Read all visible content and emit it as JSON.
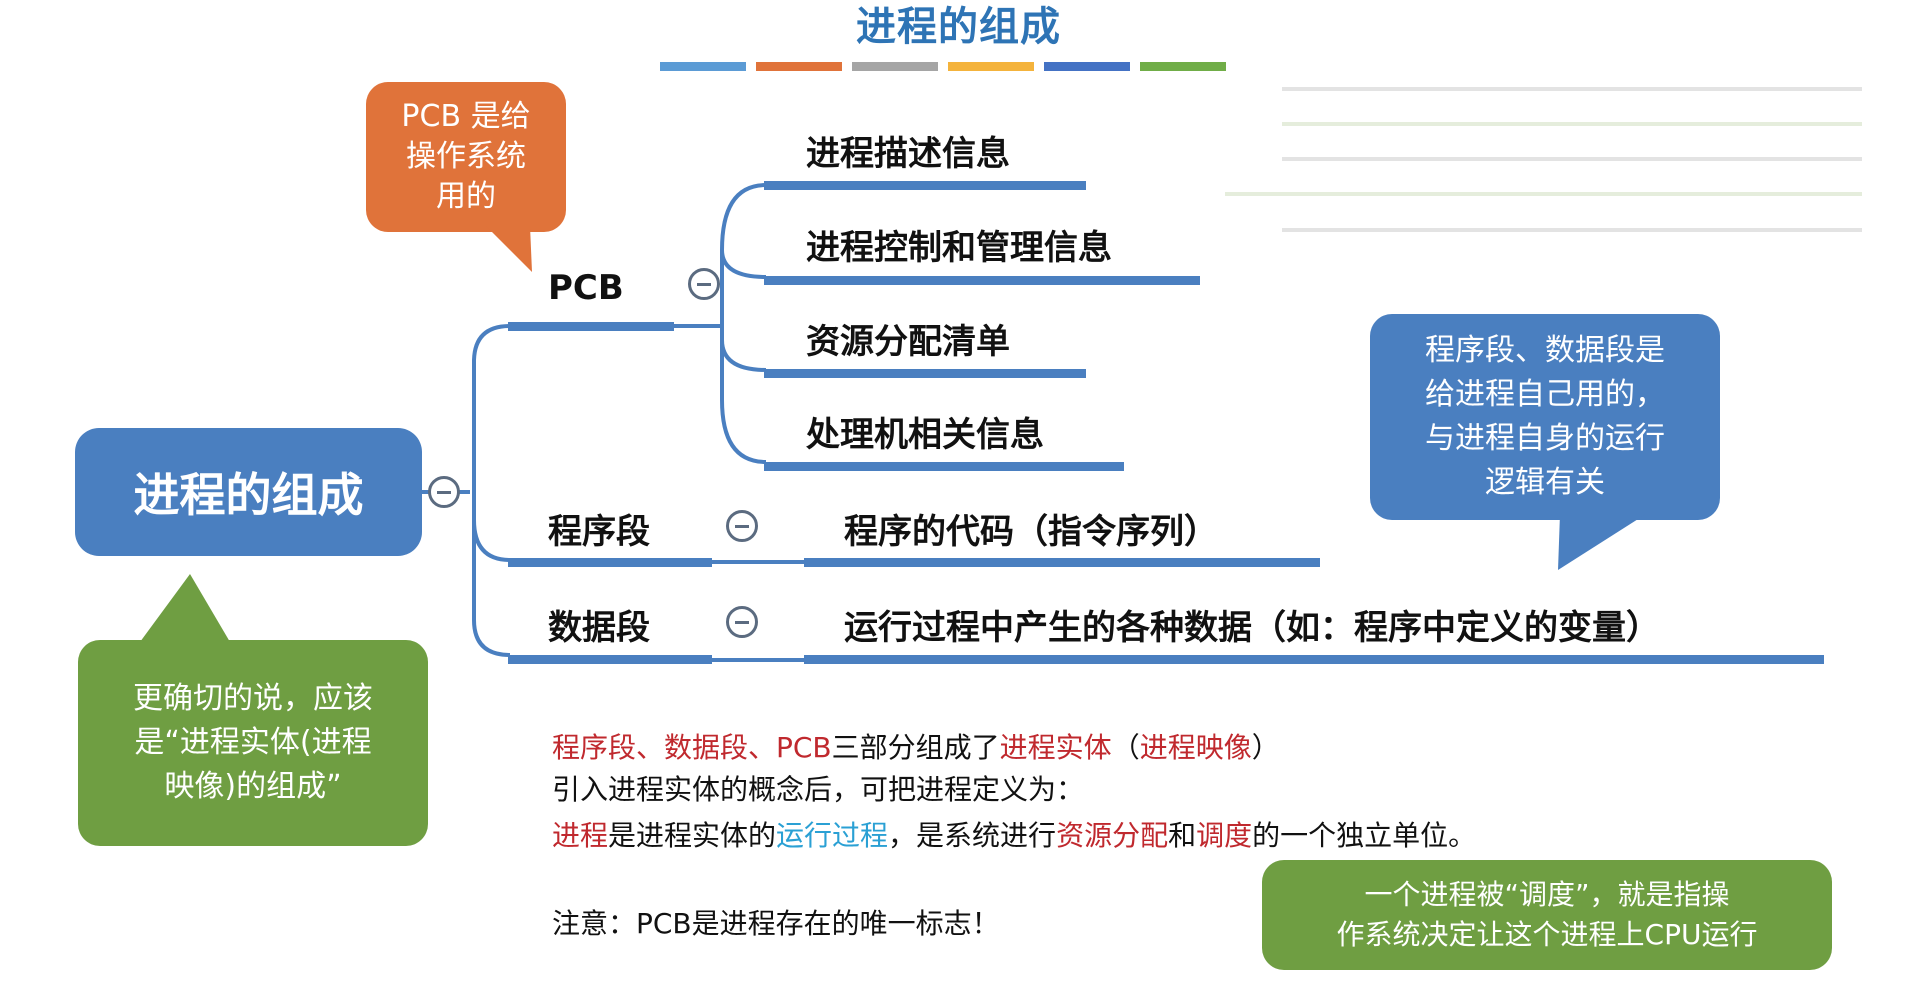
{
  "title": "进程的组成",
  "colors": {
    "stripes": [
      "#5b9bd5",
      "#e0733a",
      "#a5a5a5",
      "#f4b33c",
      "#4472c4",
      "#70ad47"
    ],
    "root": "#4a7fc0",
    "orange": "#e0733a",
    "green": "#6f9e42",
    "red_text": "#c0292e",
    "blue_text": "#2aa0d4"
  },
  "root_label": "进程的组成",
  "branches": {
    "pcb": {
      "label": "PCB",
      "children": [
        "进程描述信息",
        "进程控制和管理信息",
        "资源分配清单",
        "处理机相关信息"
      ]
    },
    "program": {
      "label": "程序段",
      "child": "程序的代码（指令序列）"
    },
    "data": {
      "label": "数据段",
      "child": "运行过程中产生的各种数据（如：程序中定义的变量）"
    }
  },
  "callouts": {
    "orange": [
      "PCB 是给",
      "操作系统",
      "用的"
    ],
    "green_left": [
      "更确切的说，应该",
      "是“进程实体(进程",
      "映像)的组成”"
    ],
    "blue": [
      "程序段、数据段是",
      "给进程自己用的，",
      "与进程自身的运行",
      "逻辑有关"
    ],
    "green_bottom": [
      "一个进程被“调度”，就是指操",
      "作系统决定让这个进程上CPU运行"
    ]
  },
  "notes": {
    "line1": {
      "a": "程序段、数据段、PCB",
      "b": "三部分组成了",
      "c": "进程实体",
      "d": "（",
      "e": "进程映像",
      "f": "）"
    },
    "line2": "引入进程实体的概念后，可把进程定义为：",
    "line3": {
      "a": "进程",
      "b": "是进程实体的",
      "c": "运行过程",
      "d": "，是系统进行",
      "e": "资源分配",
      "f": "和",
      "g": "调度",
      "h": "的一个独立单位。"
    },
    "line4": "注意：PCB是进程存在的唯一标志！"
  }
}
